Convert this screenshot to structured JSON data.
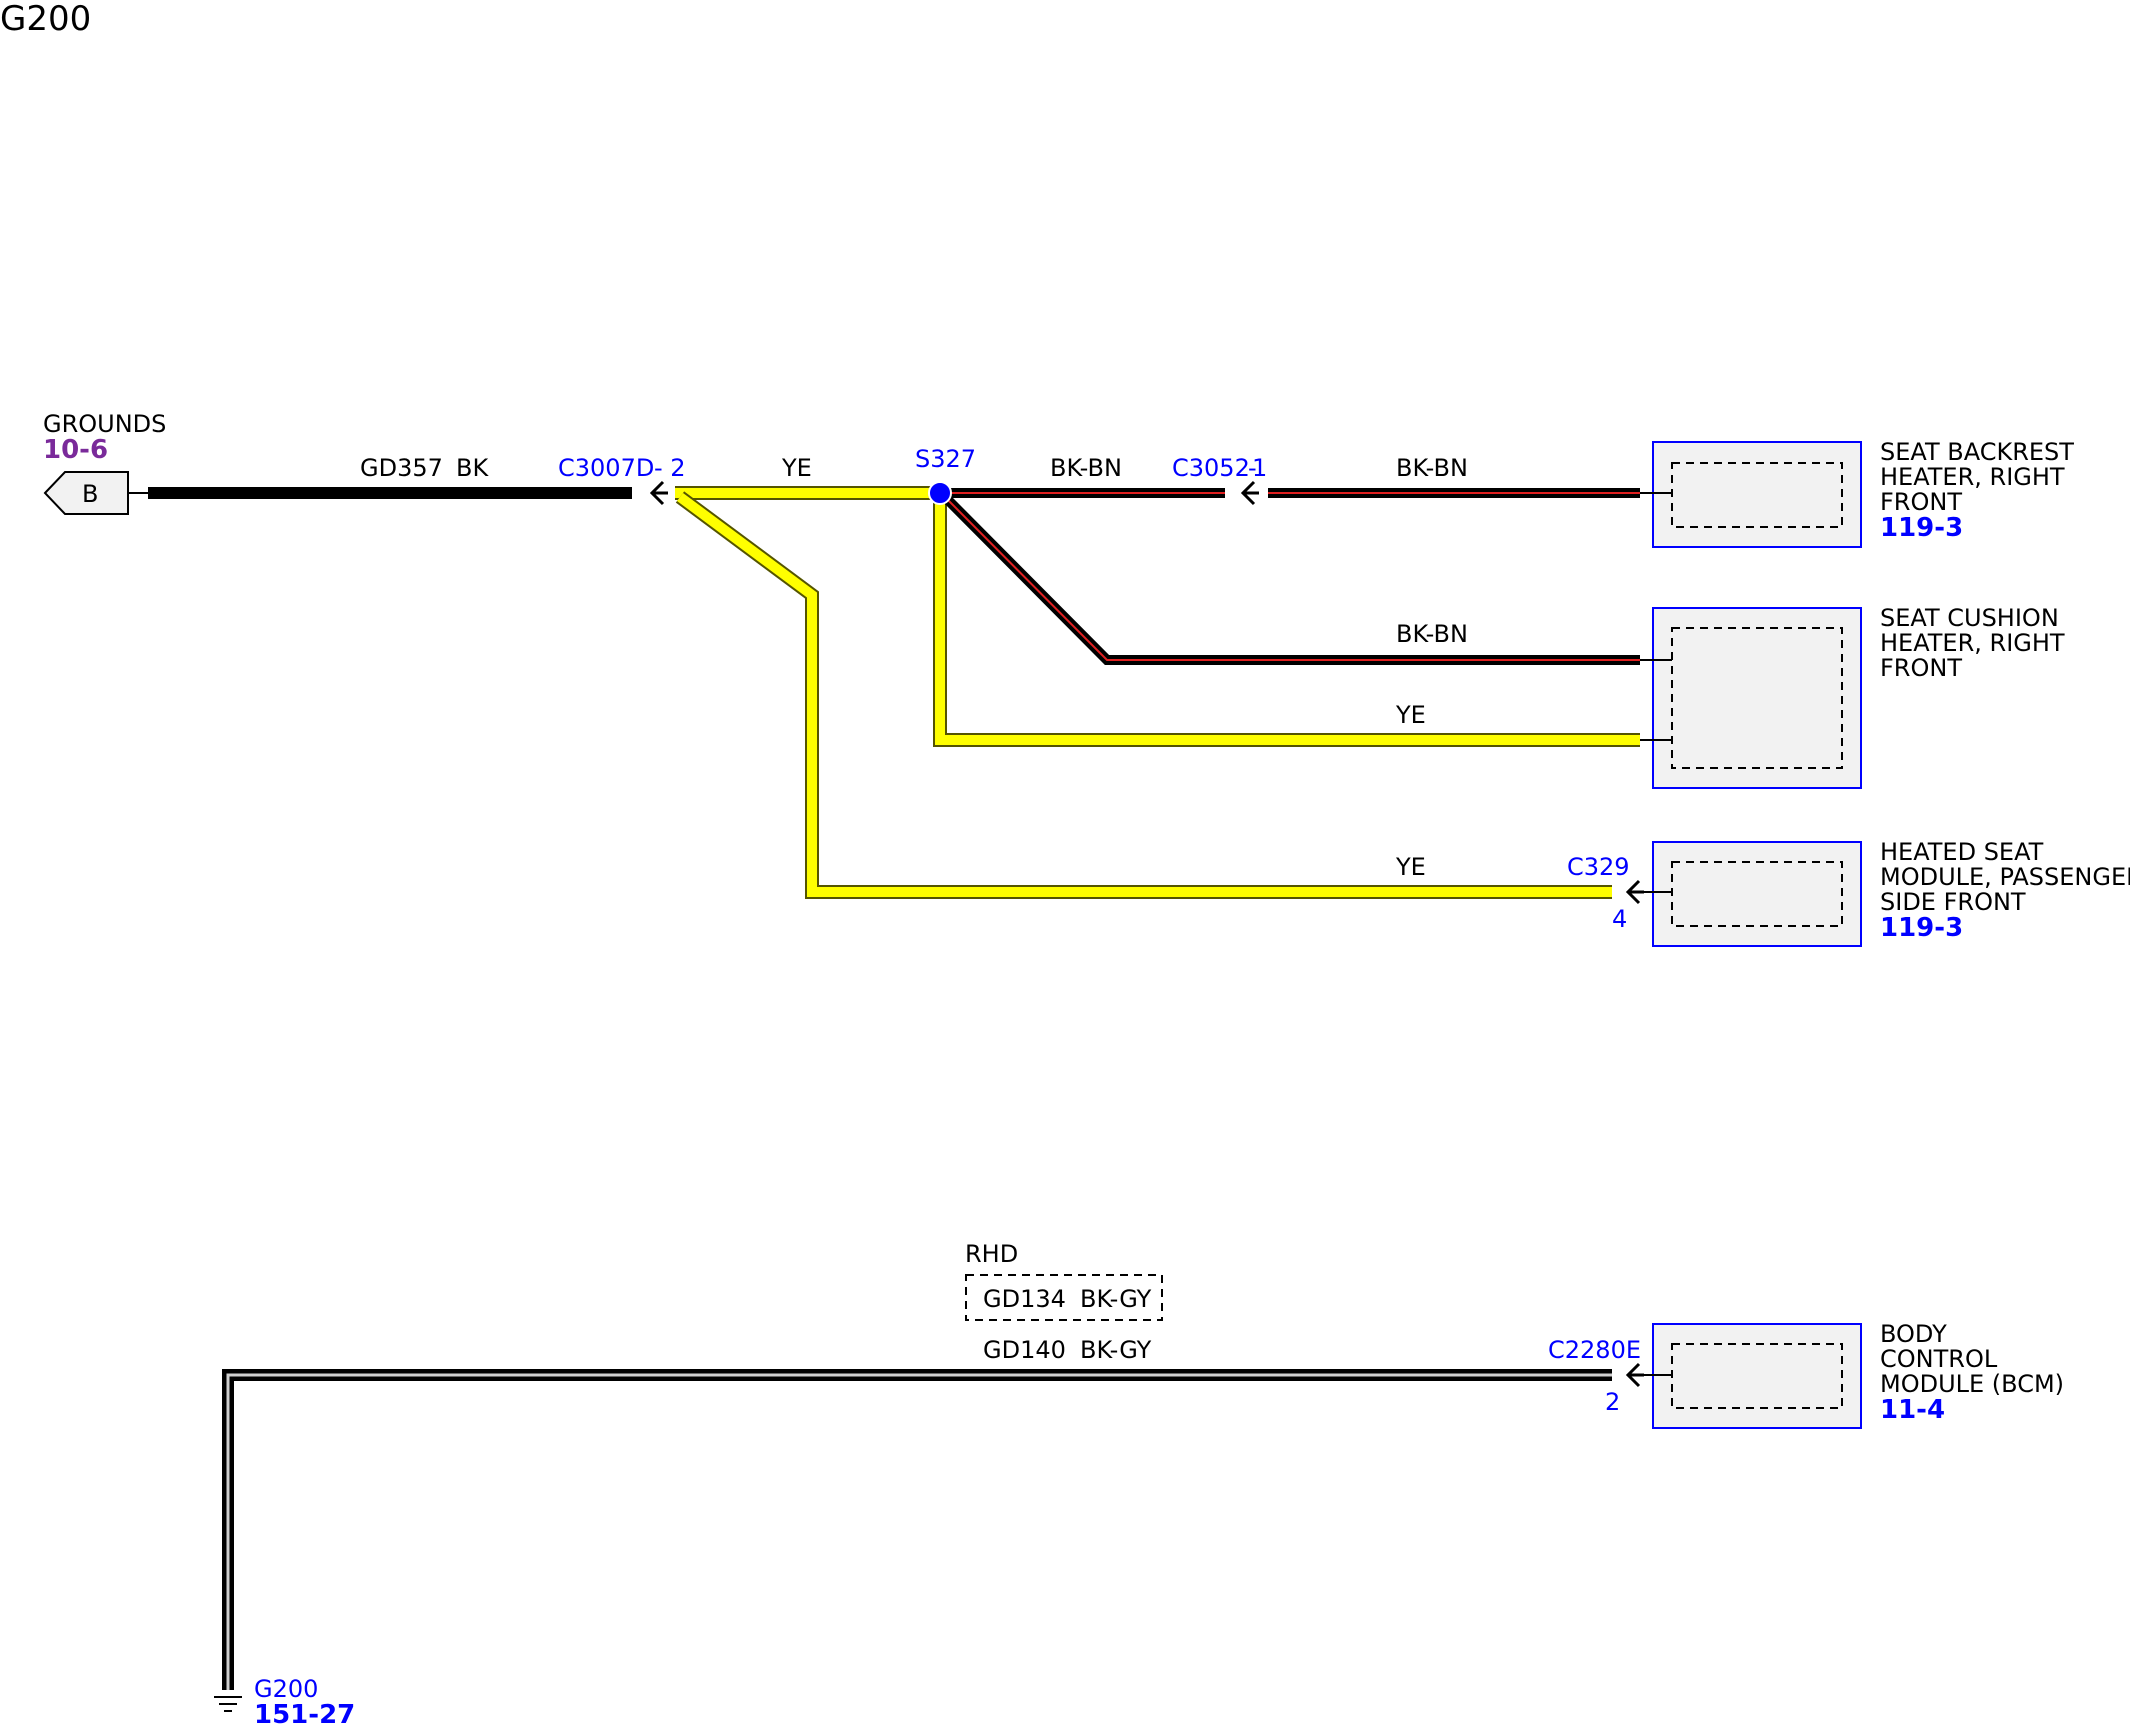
{
  "title": "G200",
  "colors": {
    "yellow_wire": "#ffff00",
    "yellow_outline": "#555500",
    "black_wire": "#000000",
    "red_stripe": "#e02020",
    "gray_stripe": "#cfcfcf",
    "connector_blue": "#0000ff",
    "component_fill": "#f2f2f2",
    "grounds_ref_purple": "#7a2a9a"
  },
  "grounds": {
    "label": "GROUNDS",
    "ref": "10-6",
    "connector_letter": "B"
  },
  "wires": {
    "gd357": {
      "circuit": "GD357",
      "color": "BK"
    },
    "ye_top": "YE",
    "bkbn_top_left": "BK-BN",
    "bkbn_top_right": "BK-BN",
    "bkbn_mid": "BK-BN",
    "ye_mid": "YE",
    "ye_low": "YE",
    "gd140": {
      "circuit": "GD140",
      "color": "BK-GY"
    },
    "rhd": {
      "label": "RHD",
      "circuit": "GD134",
      "color": "BK-GY"
    }
  },
  "connectors": {
    "c3007d": {
      "name": "C3007D",
      "pin": "2"
    },
    "s327": {
      "name": "S327"
    },
    "c3052": {
      "name": "C3052",
      "pin": "1"
    },
    "c329": {
      "name": "C329",
      "pin": "4"
    },
    "c2280e": {
      "name": "C2280E",
      "pin": "2"
    }
  },
  "components": {
    "seat_backrest": {
      "lines": [
        "SEAT BACKREST",
        "HEATER, RIGHT",
        "FRONT"
      ],
      "ref": "119-3"
    },
    "seat_cushion": {
      "lines": [
        "SEAT CUSHION",
        "HEATER, RIGHT",
        "FRONT"
      ]
    },
    "heated_seat_module": {
      "lines": [
        "HEATED SEAT",
        "MODULE, PASSENGER",
        "SIDE FRONT"
      ],
      "ref": "119-3"
    },
    "bcm": {
      "lines": [
        "BODY",
        "CONTROL",
        "MODULE (BCM)"
      ],
      "ref": "11-4"
    }
  },
  "ground_point": {
    "name": "G200",
    "ref": "151-27"
  }
}
